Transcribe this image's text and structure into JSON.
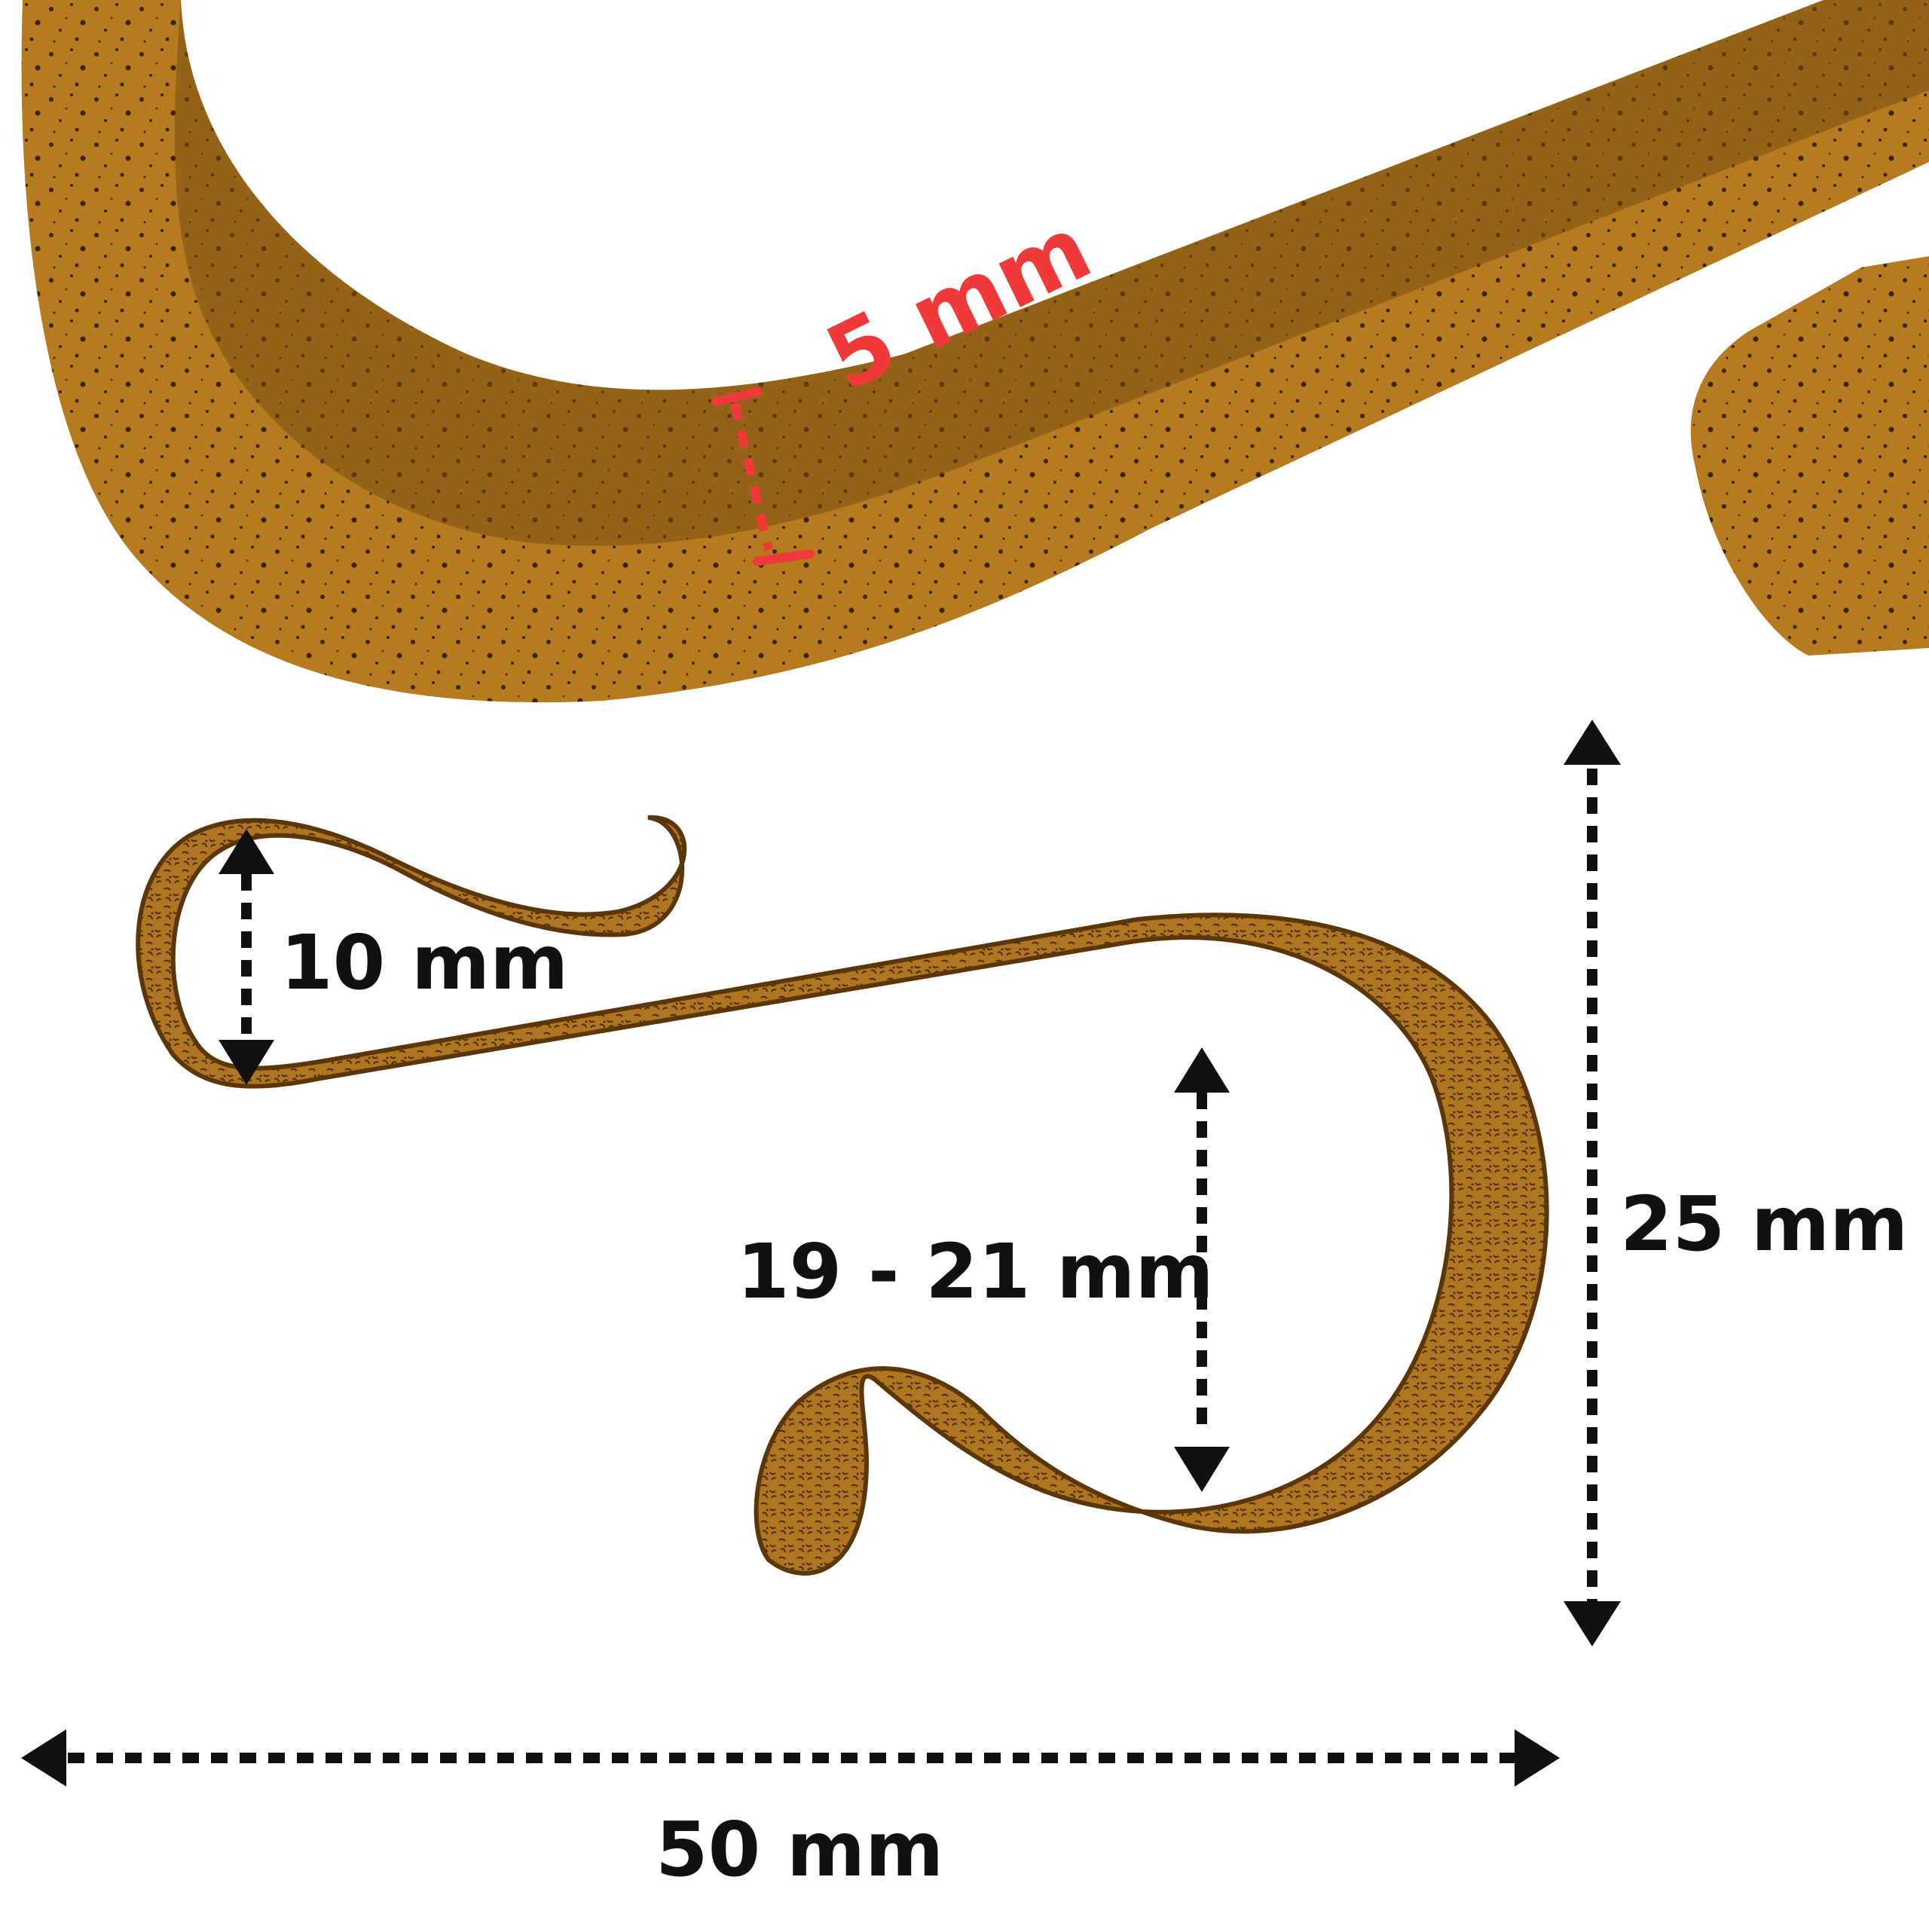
{
  "dimensions": {
    "thickness": "5 mm",
    "small_hook_opening": "10 mm",
    "large_hook_opening": "19 - 21 mm",
    "total_height": "25 mm",
    "total_width": "50 mm"
  },
  "colors": {
    "hook_bronze": "#b67a1f",
    "hook_dark": "#6a4208",
    "speckle": "#3b2405",
    "thickness_marker": "#f03a3a",
    "dimension_arrows": "#111111",
    "background": "#ffffff"
  }
}
